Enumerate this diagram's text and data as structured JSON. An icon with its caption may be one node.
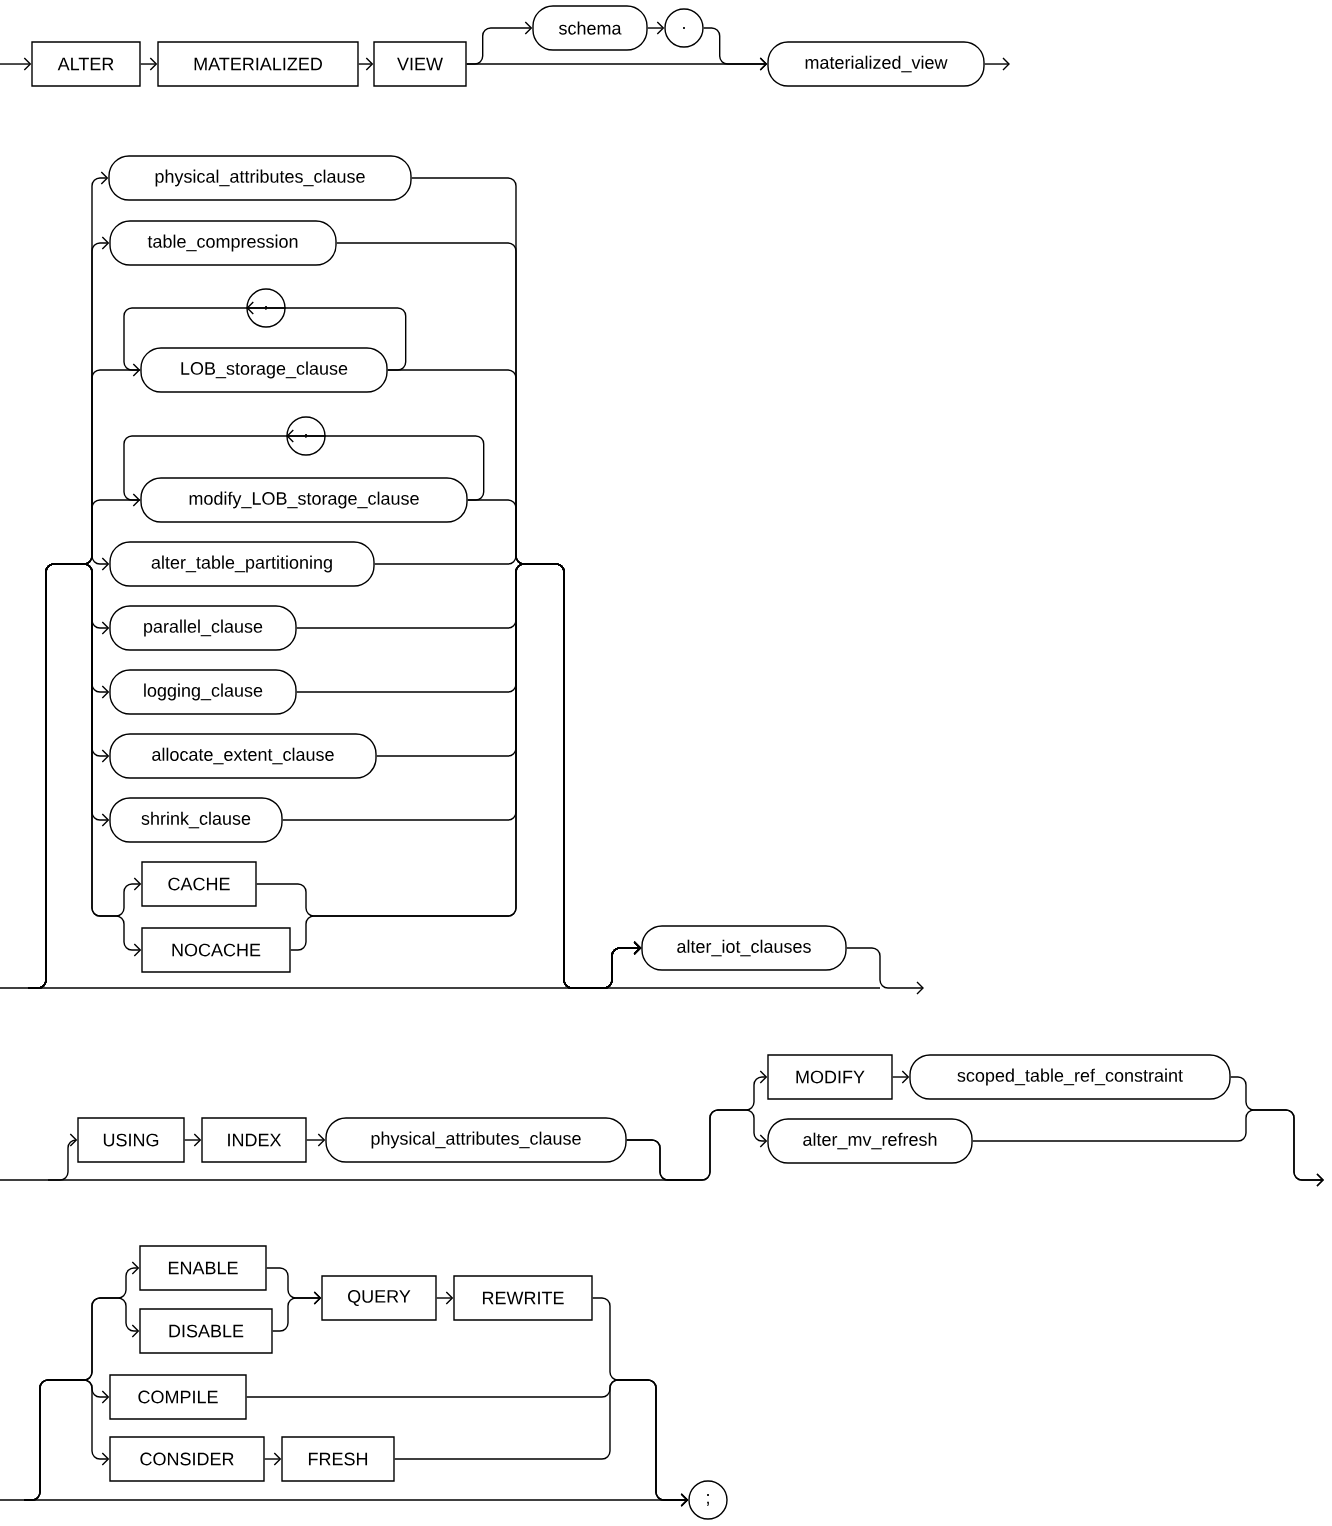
{
  "diagram": {
    "nodes": [
      {
        "text": [
          "ALTER"
        ]
      },
      {
        "text": [
          "MATERIALIZED"
        ]
      },
      {
        "text": [
          "VIEW"
        ]
      },
      {
        "text": [
          "schema"
        ]
      },
      {
        "text": [
          "."
        ]
      },
      {
        "text": [
          "materialized_view"
        ]
      },
      {
        "text": [
          "physical_attributes_clause"
        ]
      },
      {
        "text": [
          "table_compression"
        ]
      },
      {
        "text": [
          ","
        ]
      },
      {
        "text": [
          "LOB_storage_clause"
        ]
      },
      {
        "text": [
          ","
        ]
      },
      {
        "text": [
          "modify_LOB_storage_clause"
        ]
      },
      {
        "text": [
          "alter_table_partitioning"
        ]
      },
      {
        "text": [
          "parallel_clause"
        ]
      },
      {
        "text": [
          "logging_clause"
        ]
      },
      {
        "text": [
          "allocate_extent_clause"
        ]
      },
      {
        "text": [
          "shrink_clause"
        ]
      },
      {
        "text": [
          "CACHE"
        ]
      },
      {
        "text": [
          "NOCACHE"
        ]
      },
      {
        "text": [
          "alter_iot_clauses"
        ]
      },
      {
        "text": [
          "USING"
        ]
      },
      {
        "text": [
          "INDEX"
        ]
      },
      {
        "text": [
          "physical_attributes_clause"
        ]
      },
      {
        "text": [
          "MODIFY"
        ]
      },
      {
        "text": [
          "scoped_table_ref_constraint"
        ]
      },
      {
        "text": [
          "alter_mv_refresh"
        ]
      },
      {
        "text": [
          "ENABLE"
        ]
      },
      {
        "text": [
          "DISABLE"
        ]
      },
      {
        "text": [
          "QUERY"
        ]
      },
      {
        "text": [
          "REWRITE"
        ]
      },
      {
        "text": [
          "COMPILE"
        ]
      },
      {
        "text": [
          "CONSIDER"
        ]
      },
      {
        "text": [
          "FRESH"
        ]
      },
      {
        "text": [
          ";"
        ]
      }
    ],
    "edges": [
      {
        "from": null,
        "to": 0,
        "arrow": "to"
      },
      {
        "from": 0,
        "to": 1,
        "arrow": "to"
      },
      {
        "from": 1,
        "to": 2,
        "arrow": "to"
      },
      {
        "from": 2,
        "to": 3,
        "arrow": "to"
      },
      {
        "from": 3,
        "to": 4,
        "arrow": "to"
      },
      {
        "from": 4,
        "to": 5,
        "arrow": "to"
      },
      {
        "from": 2,
        "to": 5,
        "arrow": "to"
      },
      {
        "from": 5,
        "to": null,
        "arrow": "to"
      },
      {
        "from": 9,
        "to": 8,
        "arrow": "to"
      },
      {
        "from": 8,
        "to": 9,
        "arrow": "none"
      },
      {
        "from": 11,
        "to": 10,
        "arrow": "to"
      },
      {
        "from": 10,
        "to": 11,
        "arrow": "none"
      },
      {
        "from": 20,
        "to": 21,
        "arrow": "to"
      },
      {
        "from": 21,
        "to": 22,
        "arrow": "to"
      },
      {
        "from": 23,
        "to": 24,
        "arrow": "to"
      },
      {
        "from": 26,
        "to": 28,
        "arrow": "to"
      },
      {
        "from": 27,
        "to": 28,
        "arrow": "to"
      },
      {
        "from": 28,
        "to": 29,
        "arrow": "to"
      },
      {
        "from": 31,
        "to": 32,
        "arrow": "to"
      },
      {
        "from": null,
        "to": 33,
        "arrow": "to"
      },
      {
        "from": 6,
        "to": 19,
        "arrow": "to"
      },
      {
        "from": 7,
        "to": 19,
        "arrow": "to"
      },
      {
        "from": 9,
        "to": 19,
        "arrow": "to"
      },
      {
        "from": 11,
        "to": 19,
        "arrow": "to"
      },
      {
        "from": 12,
        "to": 19,
        "arrow": "to"
      },
      {
        "from": 13,
        "to": 19,
        "arrow": "to"
      },
      {
        "from": 14,
        "to": 19,
        "arrow": "to"
      },
      {
        "from": 15,
        "to": 19,
        "arrow": "to"
      },
      {
        "from": 16,
        "to": 19,
        "arrow": "to"
      },
      {
        "from": 17,
        "to": 19,
        "arrow": "to"
      },
      {
        "from": 18,
        "to": 19,
        "arrow": "to"
      },
      {
        "from": 19,
        "to": null,
        "arrow": "to"
      },
      {
        "from": null,
        "to": 20,
        "arrow": "to"
      },
      {
        "from": 22,
        "to": 23,
        "arrow": "to"
      },
      {
        "from": 22,
        "to": 25,
        "arrow": "to"
      },
      {
        "from": 24,
        "to": null,
        "arrow": "to"
      },
      {
        "from": 25,
        "to": null,
        "arrow": "to"
      },
      {
        "from": null,
        "to": 26,
        "arrow": "to"
      },
      {
        "from": null,
        "to": 27,
        "arrow": "to"
      },
      {
        "from": null,
        "to": 30,
        "arrow": "to"
      },
      {
        "from": null,
        "to": 31,
        "arrow": "to"
      },
      {
        "from": 29,
        "to": 33,
        "arrow": "to"
      },
      {
        "from": 30,
        "to": 33,
        "arrow": "to"
      },
      {
        "from": 32,
        "to": 33,
        "arrow": "to"
      },
      {
        "from": null,
        "to": 6,
        "arrow": "to"
      },
      {
        "from": null,
        "to": 7,
        "arrow": "to"
      },
      {
        "from": null,
        "to": 9,
        "arrow": "to"
      },
      {
        "from": null,
        "to": 11,
        "arrow": "to"
      },
      {
        "from": null,
        "to": 12,
        "arrow": "to"
      },
      {
        "from": null,
        "to": 13,
        "arrow": "to"
      },
      {
        "from": null,
        "to": 14,
        "arrow": "to"
      },
      {
        "from": null,
        "to": 15,
        "arrow": "to"
      },
      {
        "from": null,
        "to": 16,
        "arrow": "to"
      },
      {
        "from": null,
        "to": 17,
        "arrow": "to"
      },
      {
        "from": null,
        "to": 18,
        "arrow": "to"
      }
    ]
  }
}
